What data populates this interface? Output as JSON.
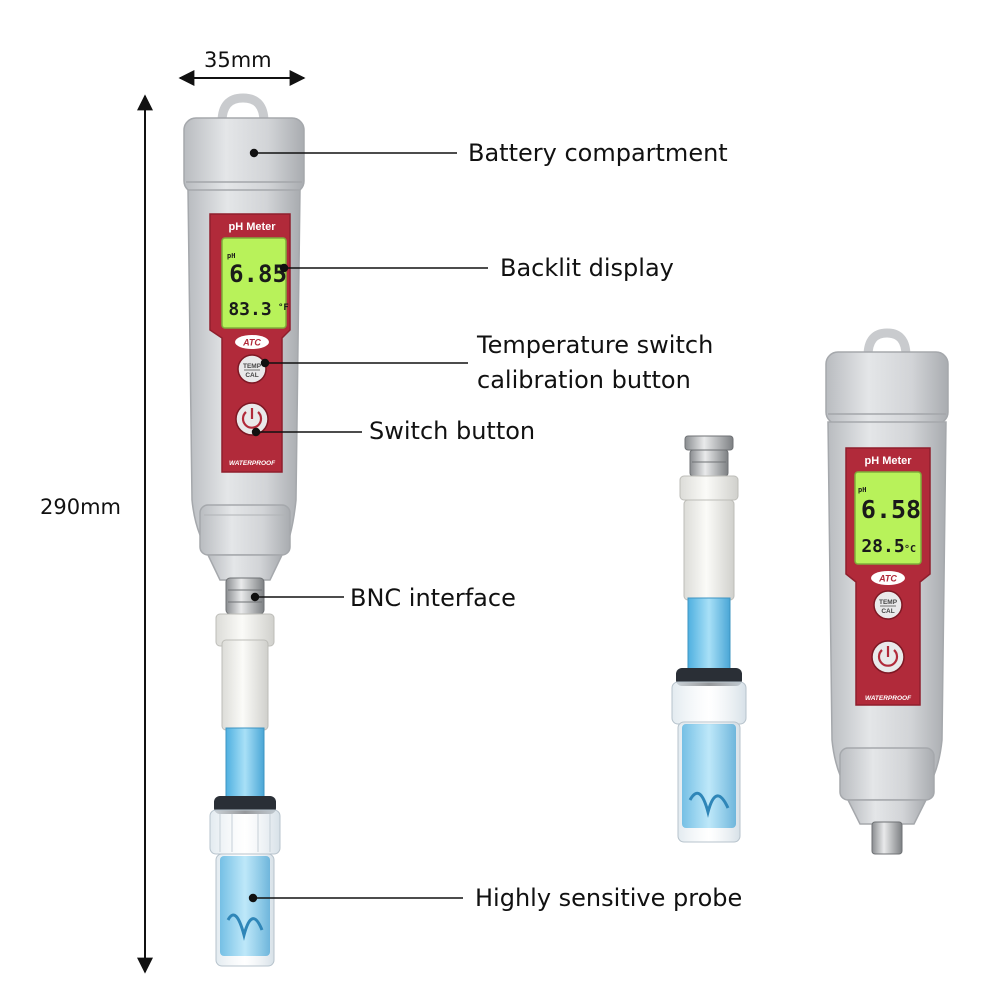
{
  "dimensions": {
    "width_label": "35mm",
    "height_label": "290mm"
  },
  "callouts": {
    "battery": "Battery compartment",
    "display": "Backlit display",
    "temp_line1": "Temperature switch",
    "temp_line2": "calibration button",
    "switch": "Switch button",
    "bnc": "BNC interface",
    "probe": "Highly sensitive probe"
  },
  "meter_main": {
    "brand": "pH Meter",
    "ph_label": "pH",
    "ph_value": "6.85",
    "temp_value": "83.3",
    "temp_unit": "°F",
    "atc": "ATC",
    "temp_btn_top": "TEMP",
    "temp_btn_bottom": "CAL",
    "waterproof": "WATERPROOF"
  },
  "meter_side": {
    "brand": "pH Meter",
    "ph_label": "pH",
    "ph_value": "6.58",
    "temp_value": "28.5",
    "temp_unit": "°C",
    "atc": "ATC",
    "temp_btn_top": "TEMP",
    "temp_btn_bottom": "CAL",
    "waterproof": "WATERPROOF"
  },
  "colors": {
    "body_gray": "#d3d5d8",
    "panel_red": "#b12a3a",
    "lcd_green": "#b8f25a",
    "probe_blue": "#6cc3ea"
  }
}
